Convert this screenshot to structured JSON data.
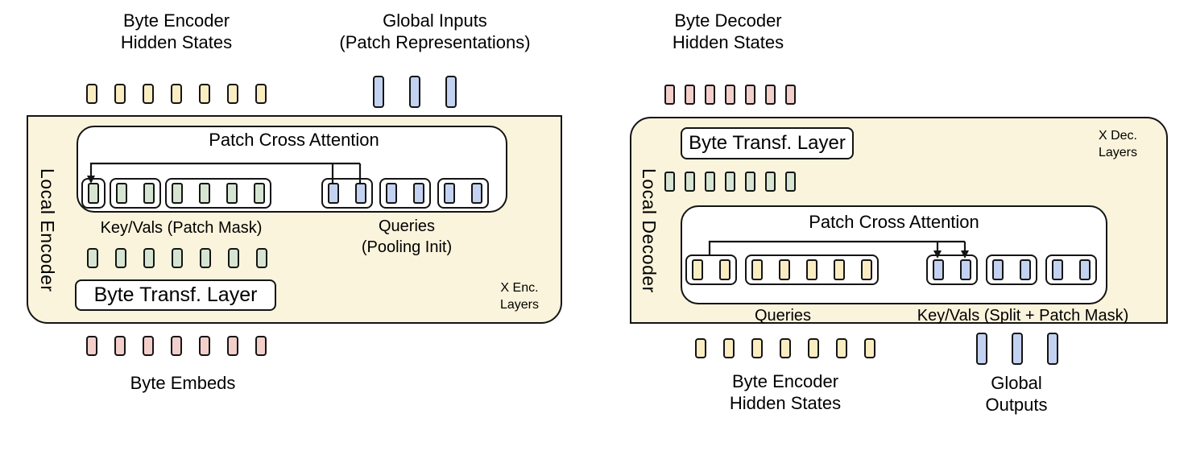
{
  "colors": {
    "panel_bg": "#fbf4dc",
    "yellow": "#faedc2",
    "green": "#d6e5d1",
    "pink": "#f2cfcb",
    "blue": "#c3d2f0",
    "border": "#141414",
    "box_bg": "#ffffff"
  },
  "encoder": {
    "side_label": "Local Encoder",
    "hidden_states_title": {
      "line1": "Byte Encoder",
      "line2": "Hidden States"
    },
    "global_inputs_title": {
      "line1": "Global Inputs",
      "line2": "(Patch Representations)"
    },
    "pca_title": "Patch Cross Attention",
    "keyvals_label": "Key/Vals (Patch Mask)",
    "queries_label": {
      "line1": "Queries",
      "line2": "(Pooling Init)"
    },
    "btl_label": "Byte Transf. Layer",
    "layers_note": {
      "line1": "X Enc.",
      "line2": "Layers"
    },
    "bottom_label": "Byte Embeds",
    "rows": {
      "hidden_states": {
        "count": 7,
        "color": "yellow"
      },
      "global_inputs": {
        "count": 3,
        "color": "blue"
      },
      "post_btl": {
        "count": 7,
        "color": "green"
      },
      "byte_embeds": {
        "count": 7,
        "color": "pink"
      }
    },
    "groups": {
      "keyvals": {
        "color": "green",
        "groups": [
          1,
          2,
          4
        ]
      },
      "queries": {
        "color": "blue",
        "groups": [
          2,
          2,
          2
        ]
      }
    }
  },
  "decoder": {
    "side_label": "Local Decoder",
    "hidden_states_title": {
      "line1": "Byte Decoder",
      "line2": "Hidden States"
    },
    "pca_title": "Patch Cross Attention",
    "queries_label": "Queries",
    "keyvals_label": "Key/Vals (Split + Patch Mask)",
    "btl_label": "Byte Transf. Layer",
    "layers_note": {
      "line1": "X Dec.",
      "line2": "Layers"
    },
    "bottom_left_title": {
      "line1": "Byte Encoder",
      "line2": "Hidden States"
    },
    "global_outputs_title": {
      "line1": "Global",
      "line2": "Outputs"
    },
    "rows": {
      "hidden_states": {
        "count": 7,
        "color": "pink"
      },
      "post_btl": {
        "count": 7,
        "color": "green"
      },
      "enc_hidden_states": {
        "count": 7,
        "color": "yellow"
      },
      "global_outputs": {
        "count": 3,
        "color": "blue"
      }
    },
    "groups": {
      "queries": {
        "color": "yellow",
        "groups": [
          2,
          5
        ]
      },
      "keyvals": {
        "color": "blue",
        "groups": [
          2,
          2,
          2
        ]
      }
    }
  }
}
